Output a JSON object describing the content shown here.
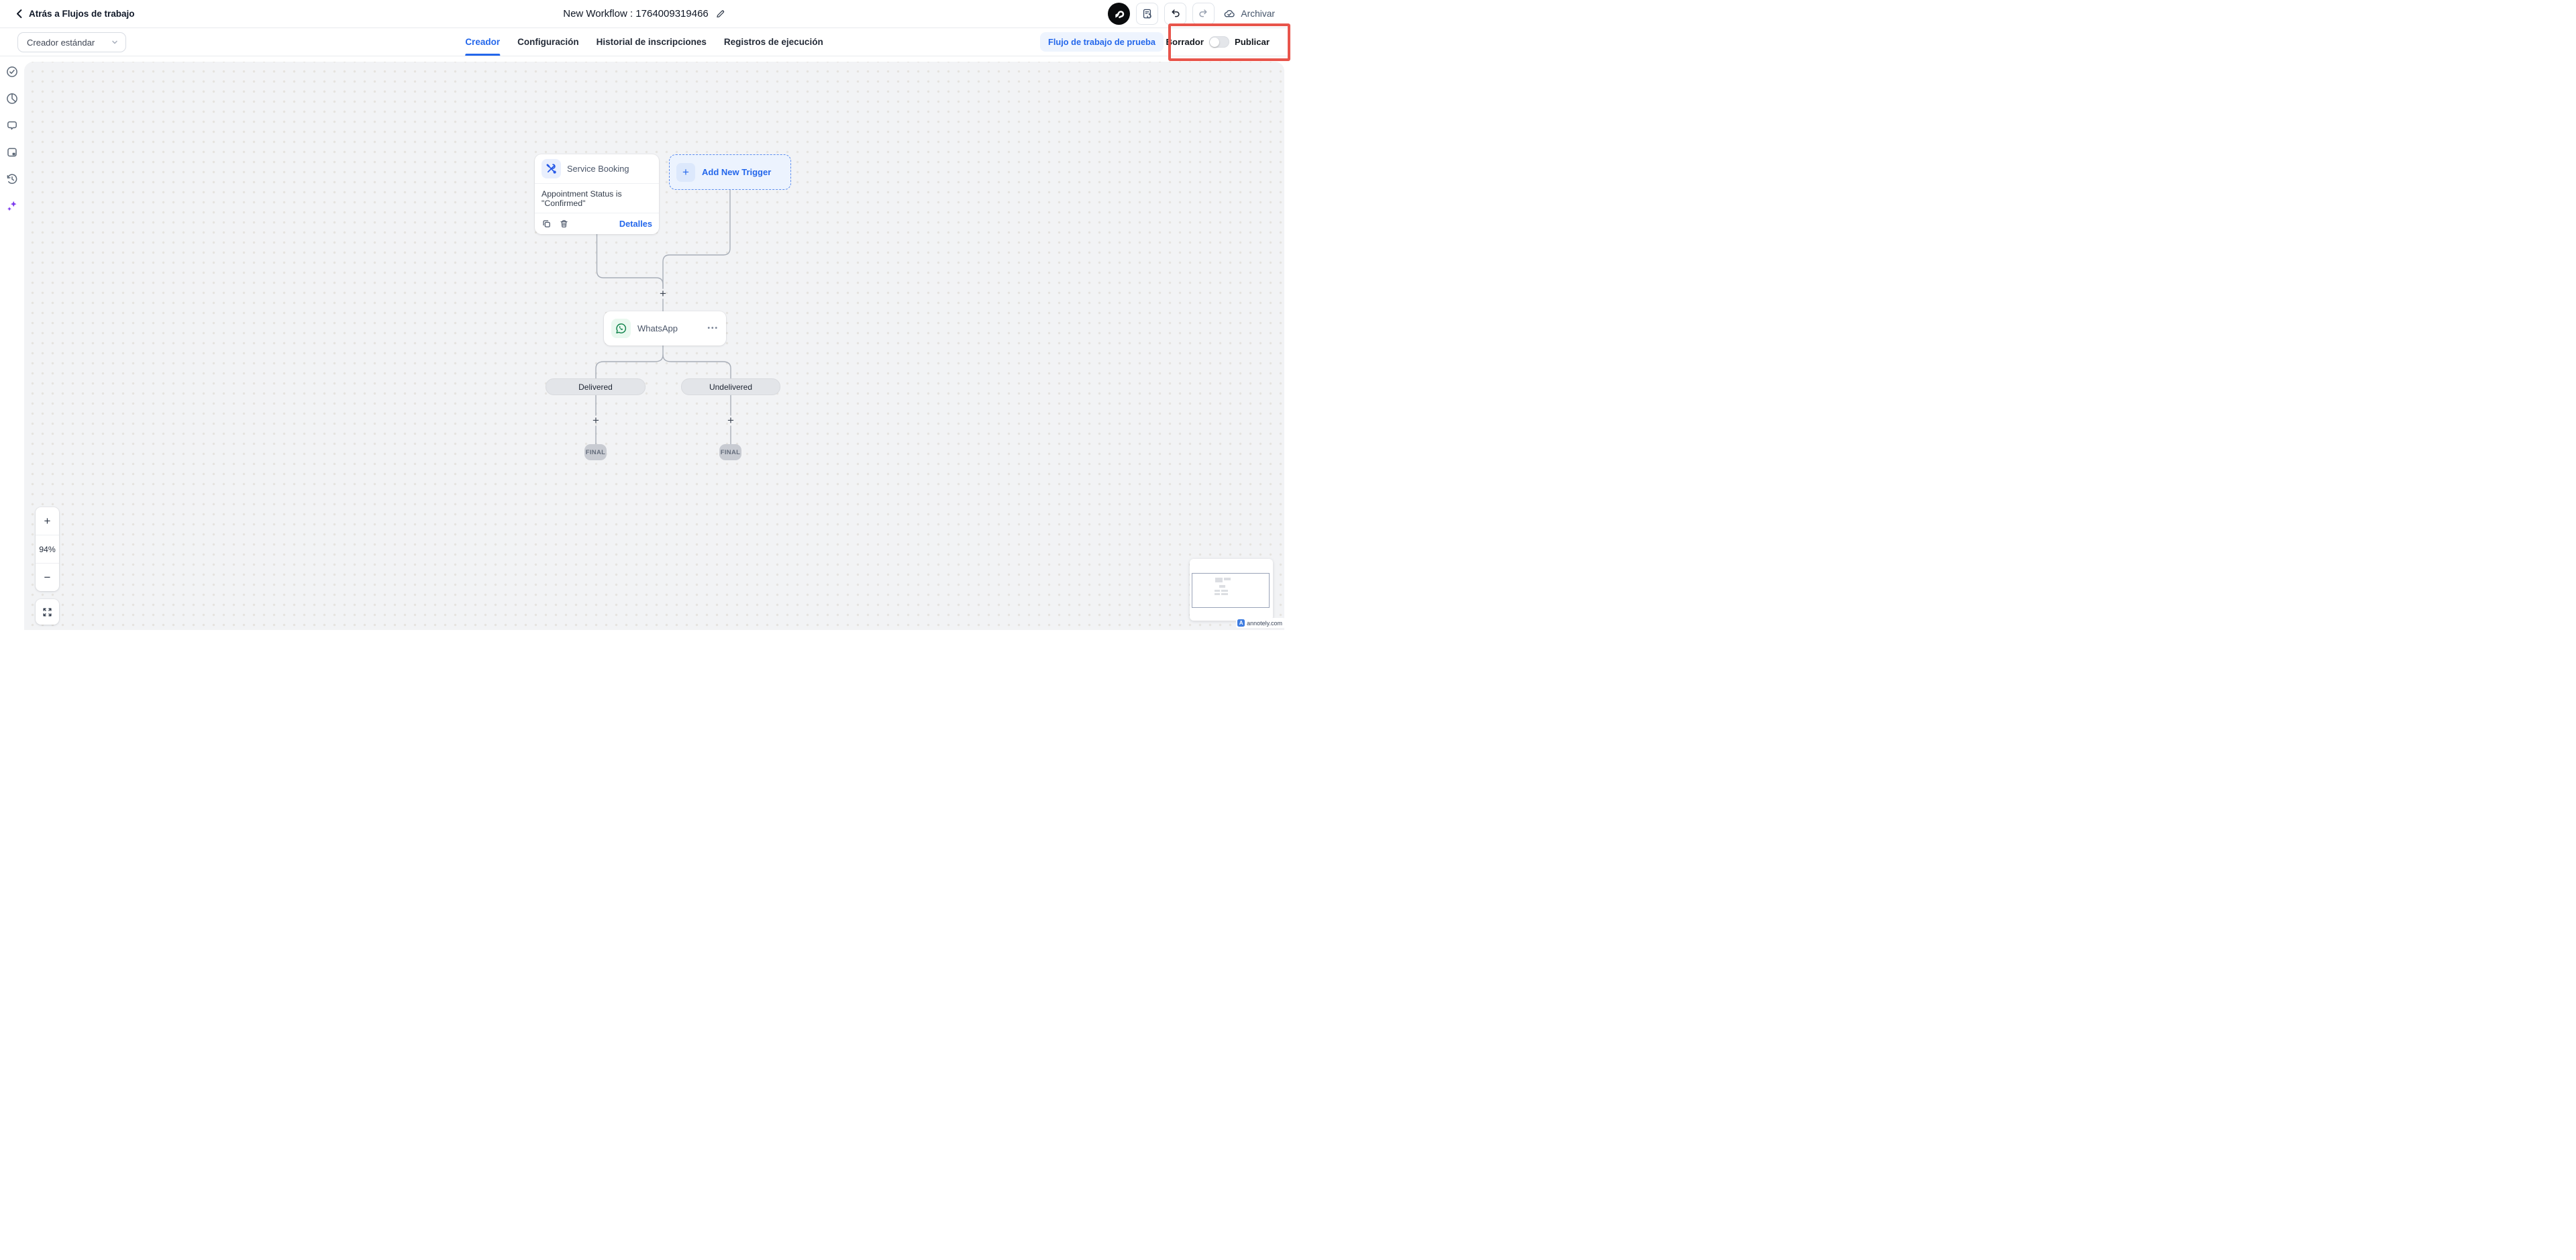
{
  "header": {
    "back_label": "Atrás a Flujos de trabajo",
    "title": "New Workflow : 1764009319466",
    "archive_label": "Archivar"
  },
  "toolbar": {
    "builder_select": "Creador estándar",
    "tabs": [
      {
        "label": "Creador",
        "active": true
      },
      {
        "label": "Configuración",
        "active": false
      },
      {
        "label": "Historial de inscripciones",
        "active": false
      },
      {
        "label": "Registros de ejecución",
        "active": false
      }
    ],
    "test_workflow_button": "Flujo de trabajo de prueba",
    "draft_label": "Borrador",
    "publish_label": "Publicar",
    "publish_toggle_state": "off"
  },
  "sidebar": {
    "items": [
      {
        "icon": "check-circle-icon"
      },
      {
        "icon": "pie-chart-icon"
      },
      {
        "icon": "chat-bubble-icon"
      },
      {
        "icon": "notes-card-icon"
      },
      {
        "icon": "history-clock-icon"
      },
      {
        "icon": "ai-sparkles-icon"
      }
    ]
  },
  "canvas": {
    "trigger_node": {
      "title": "Service Booking",
      "condition": "Appointment Status is \"Confirmed\"",
      "details_label": "Detalles",
      "icon": "service-tools-icon"
    },
    "add_trigger_node": {
      "plus": "+",
      "label": "Add New Trigger"
    },
    "action_node": {
      "title": "WhatsApp",
      "menu": "•••",
      "icon": "whatsapp-icon"
    },
    "branches": [
      {
        "label": "Delivered"
      },
      {
        "label": "Undelivered"
      }
    ],
    "final_label": "FINAL",
    "plus_connector": "+",
    "zoom": {
      "in": "+",
      "level": "94%",
      "out": "−"
    }
  },
  "watermark": {
    "logo": "A",
    "text": "annotely.com"
  },
  "colors": {
    "accent_blue": "#2467eb",
    "annotation_red": "#e8544b",
    "whatsapp_green": "#0c8048",
    "ai_purple": "#7c3aed"
  }
}
